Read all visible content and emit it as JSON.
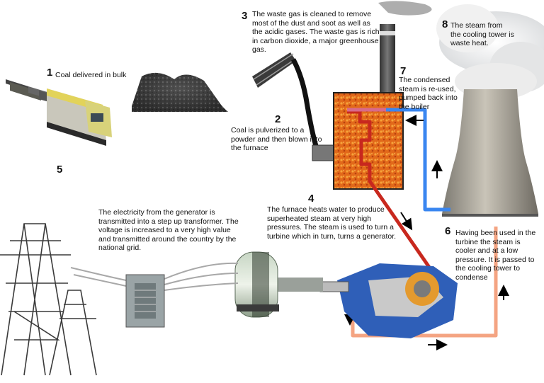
{
  "steps": [
    {
      "number": "1",
      "text": "Coal delivered in bulk"
    },
    {
      "number": "2",
      "text": "Coal is pulverized to a powder and then blown into the furnace"
    },
    {
      "number": "3",
      "text": "The waste gas is cleaned to remove most of the dust and soot as well as the acidic gases. The waste gas is rich in carbon dioxide, a major greenhouse gas."
    },
    {
      "number": "4",
      "text": "The furnace heats water to produce superheated steam at very high pressures. The steam is used to turn a turbine which in turn, turns a generator."
    },
    {
      "number": "5",
      "text": "The electricity from the generator is transmitted into a step up transformer. The voltage is increased to a very high value and transmitted around the country by the national grid."
    },
    {
      "number": "6",
      "text": "Having been used in the turbine the steam is cooler and at a low pressure. It is passed to the cooling tower to condense"
    },
    {
      "number": "7",
      "text": "The condensed steam is re-used, pumped back into the boiler"
    },
    {
      "number": "8",
      "text": "The steam from the cooling tower is waste heat."
    }
  ],
  "colors": {
    "hot_pipe": "#c8281e",
    "cool_pipe": "#f4a482",
    "return_pipe": "#3a86f0",
    "furnace_fill": "#e8731c",
    "furnace_border": "#222222"
  },
  "pictures": [
    "coal-train",
    "coal-pile",
    "chimney",
    "conveyor",
    "furnace",
    "cooling-tower",
    "turbine",
    "generator",
    "transformer",
    "pylons"
  ]
}
